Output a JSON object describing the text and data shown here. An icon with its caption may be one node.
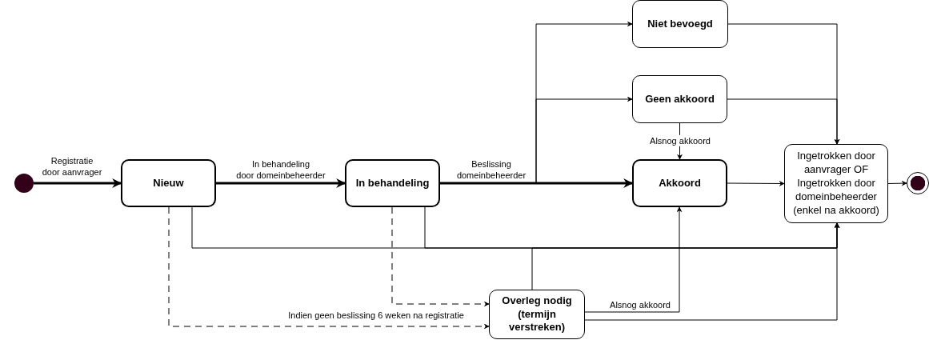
{
  "diagram": {
    "nodes": [
      {
        "text": [],
        "shape": "circle"
      },
      {
        "text": [
          "Nieuw"
        ]
      },
      {
        "text": [
          "In behandeling"
        ]
      },
      {
        "text": [
          "Niet bevoegd"
        ]
      },
      {
        "text": [
          "Geen akkoord"
        ]
      },
      {
        "text": [
          "Akkoord"
        ]
      },
      {
        "text": [
          "Overleg nodig (termijn verstreken)"
        ]
      },
      {
        "text": [
          "Ingetrokken door aanvrager OF Ingetrokken door domeinbeheerder (enkel na akkoord)"
        ]
      },
      {
        "text": [],
        "shape": "circle"
      }
    ],
    "edges": [
      {
        "from": 0,
        "to": 1,
        "arrow": "to",
        "label": "Registratie door aanvrager",
        "style": "thick"
      },
      {
        "from": 1,
        "to": 2,
        "arrow": "to",
        "label": "In behandeling door domeinbeheerder",
        "style": "thick"
      },
      {
        "from": 2,
        "to": 5,
        "arrow": "to",
        "label": "Beslissing domeinbeheerder",
        "style": "thick"
      },
      {
        "from": 2,
        "to": 3,
        "arrow": "to"
      },
      {
        "from": 2,
        "to": 4,
        "arrow": "to"
      },
      {
        "from": 4,
        "to": 5,
        "arrow": "to",
        "label": "Alsnog akkoord"
      },
      {
        "from": 3,
        "to": 7,
        "arrow": "to"
      },
      {
        "from": 4,
        "to": 7,
        "arrow": "to"
      },
      {
        "from": 5,
        "to": 7,
        "arrow": "to"
      },
      {
        "from": 7,
        "to": 8,
        "arrow": "to"
      },
      {
        "from": 1,
        "to": 7,
        "arrow": "to"
      },
      {
        "from": 2,
        "to": 7,
        "arrow": "to"
      },
      {
        "from": 6,
        "to": 7,
        "arrow": "to"
      },
      {
        "from": 6,
        "to": 7,
        "arrow": "to"
      },
      {
        "from": 6,
        "to": 5,
        "arrow": "to",
        "label": "Alsnog akkoord"
      },
      {
        "from": 1,
        "to": 6,
        "arrow": "to",
        "label": "Indien geen beslissing 6 weken na registratie",
        "style": "dashed"
      },
      {
        "from": 2,
        "to": 6,
        "arrow": "to",
        "style": "dashed"
      }
    ]
  }
}
